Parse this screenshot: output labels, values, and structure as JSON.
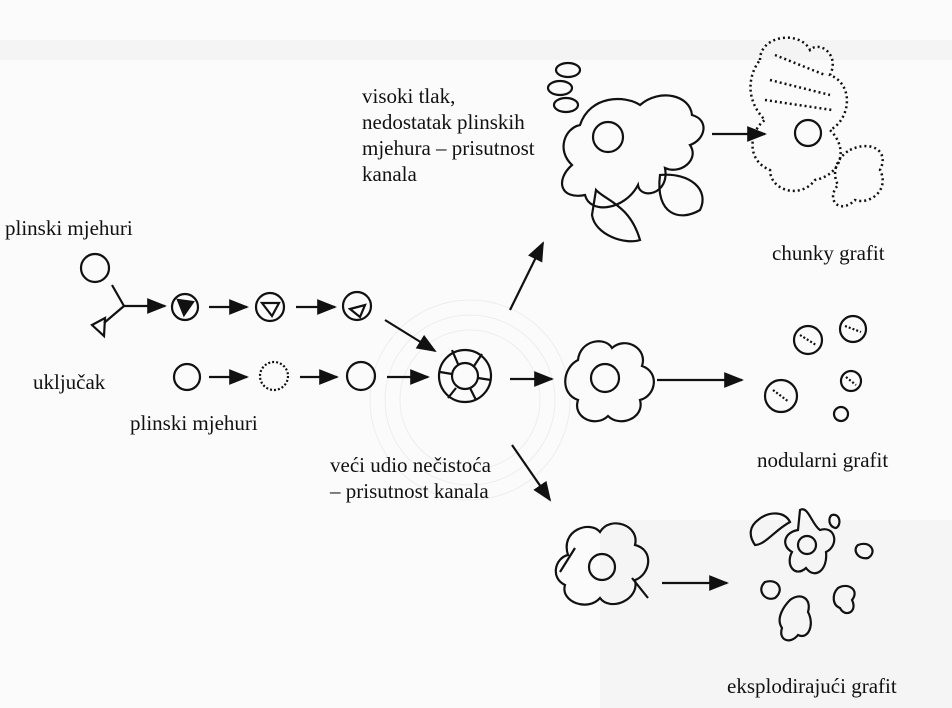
{
  "labels": {
    "gas_bubbles_top": "plinski mjehuri",
    "inclusion": "uključak",
    "gas_bubbles_bottom": "plinski mjehuri",
    "high_pressure_lines": [
      "visoki tlak,",
      "nedostatak plinskih",
      "mjehura – prisutnost",
      "kanala"
    ],
    "impurity_lines": [
      "veći udio nečistoća",
      "– prisutnost kanala"
    ],
    "chunky": "chunky grafit",
    "nodular": "nodularni grafit",
    "exploded": "eksplodirajući grafit"
  }
}
